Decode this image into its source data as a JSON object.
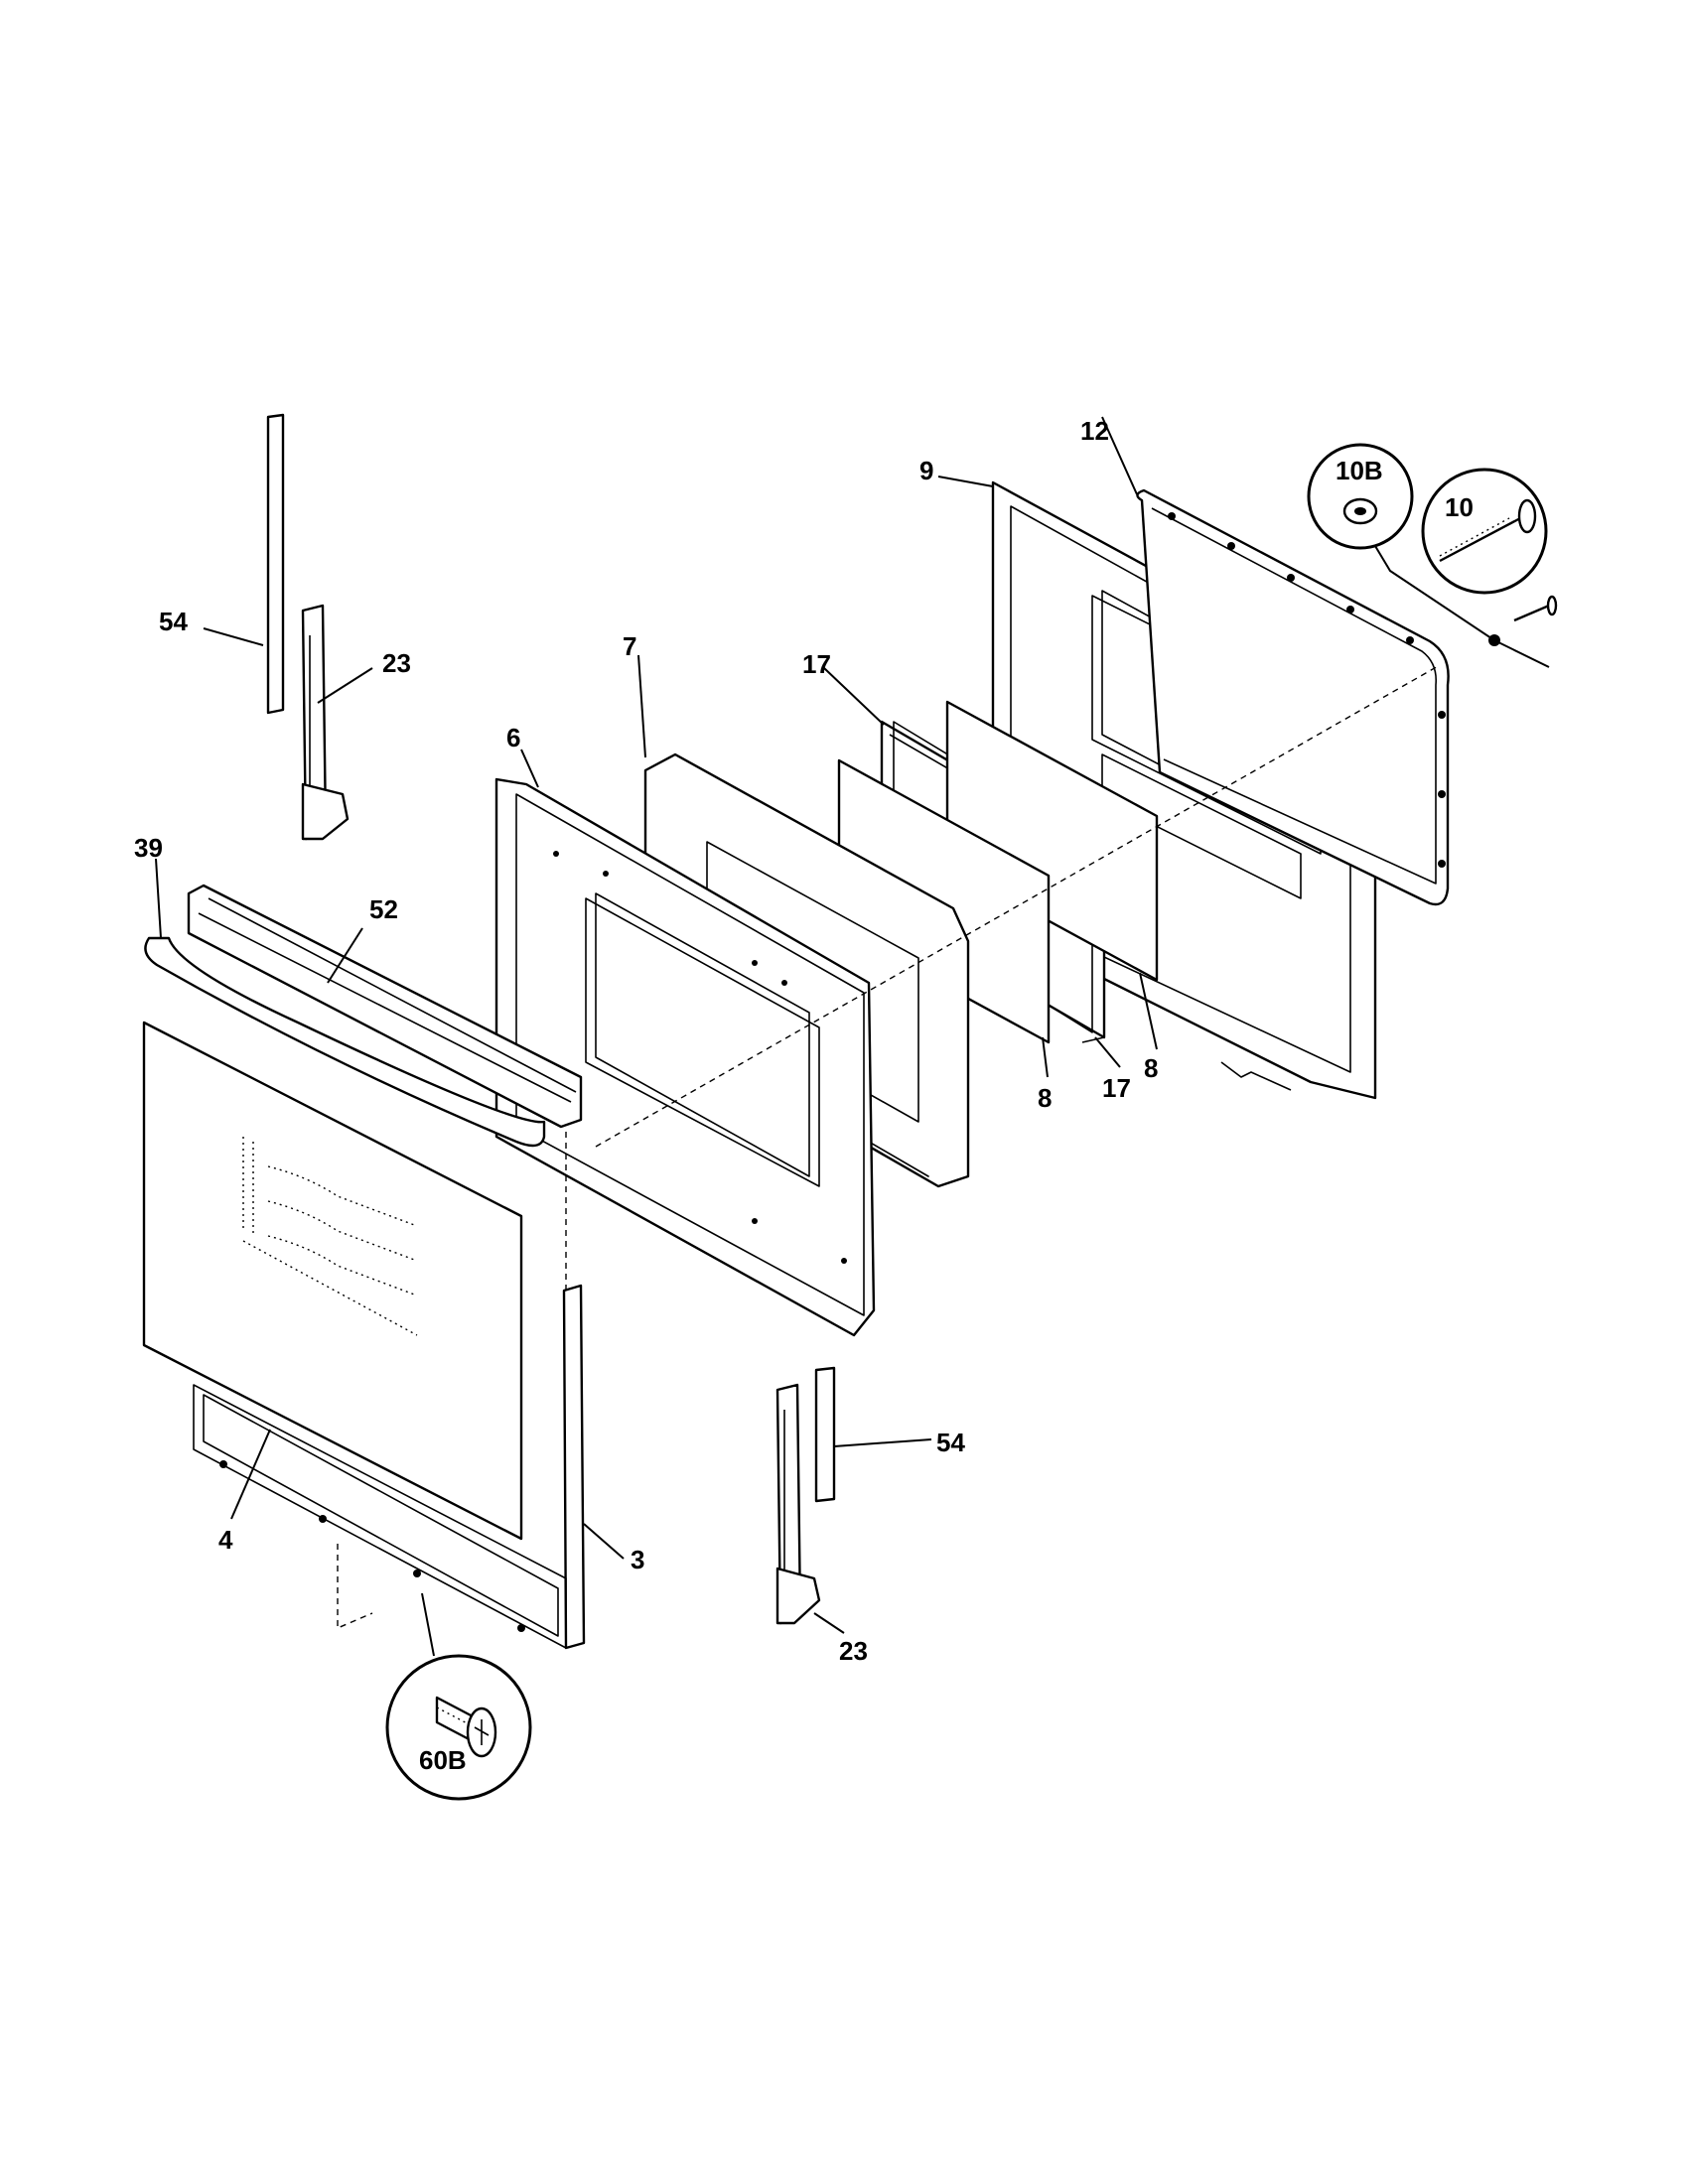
{
  "callouts": {
    "c3": "3",
    "c4": "4",
    "c6": "6",
    "c7": "7",
    "c8a": "8",
    "c8b": "8",
    "c9": "9",
    "c10": "10",
    "c10b": "10B",
    "c12": "12",
    "c17a": "17",
    "c17b": "17",
    "c23a": "23",
    "c23b": "23",
    "c39": "39",
    "c52": "52",
    "c54a": "54",
    "c54b": "54",
    "c60b": "60B"
  }
}
